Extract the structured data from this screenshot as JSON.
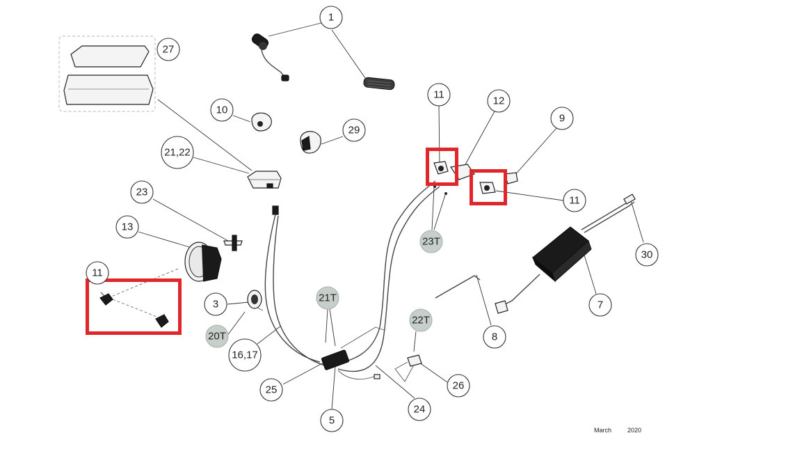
{
  "highlight_color": "#e0252b",
  "torque_fill_color": "#c7cfcb",
  "callouts": {
    "c1": "1",
    "c27": "27",
    "c10": "10",
    "c29": "29",
    "c21_22": "21,22",
    "c23": "23",
    "c13": "13",
    "c11_left": "11",
    "c3": "3",
    "c20T": "20T",
    "c16_17": "16,17",
    "c25": "25",
    "c5": "5",
    "c21T": "21T",
    "c24": "24",
    "c22T": "22T",
    "c26": "26",
    "c8": "8",
    "c7": "7",
    "c30": "30",
    "c23T": "23T",
    "c11_top": "11",
    "c12": "12",
    "c9": "9",
    "c11_right": "11"
  },
  "footer": {
    "month": "March",
    "year": "2020"
  }
}
